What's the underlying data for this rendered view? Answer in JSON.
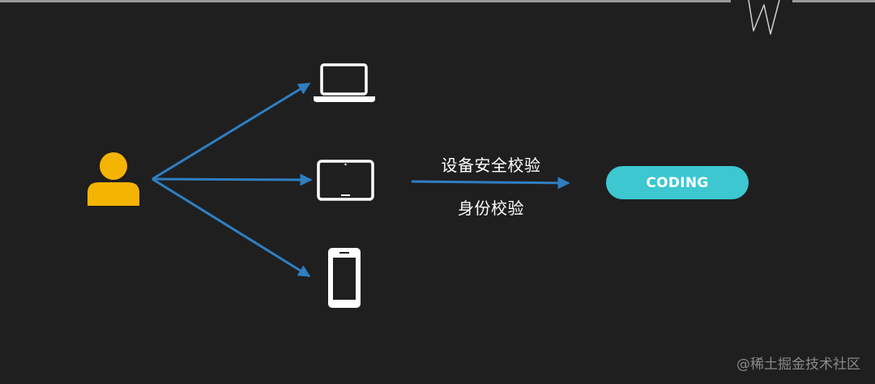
{
  "diagram": {
    "labels": {
      "device_security_check": "设备安全校验",
      "identity_check": "身份校验"
    },
    "target": {
      "label": "CODING"
    },
    "nodes": {
      "user": "user-icon",
      "laptop": "laptop-icon",
      "tablet": "tablet-icon",
      "phone": "smartphone-icon"
    },
    "colors": {
      "background": "#1f1f1f",
      "arrow": "#2f7ec1",
      "user": "#f5b400",
      "device": "#ffffff",
      "pill": "#3cc7d1"
    }
  },
  "watermark": {
    "text": "@稀土掘金技术社区"
  }
}
